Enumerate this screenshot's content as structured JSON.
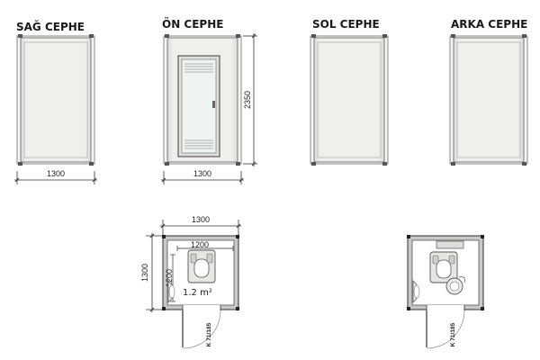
{
  "elevations": {
    "right": {
      "title": "SAĞ CEPHE",
      "width": "1300"
    },
    "front": {
      "title": "ÖN CEPHE",
      "width": "1300",
      "height": "2350"
    },
    "left": {
      "title": "SOL CEPHE"
    },
    "back": {
      "title": "ARKA CEPHE"
    }
  },
  "plans": {
    "plan1": {
      "width_outer": "1300",
      "height_outer": "1300",
      "width_inner": "1200",
      "height_inner": "1200",
      "area": "1.2 m²",
      "door_label": "K 71/185"
    },
    "plan2": {
      "door_label": "K 71/185"
    }
  },
  "colors": {
    "panel_fill": "#e9eae6",
    "frame": "#6f6f6f",
    "glass": "#eef4f0"
  }
}
